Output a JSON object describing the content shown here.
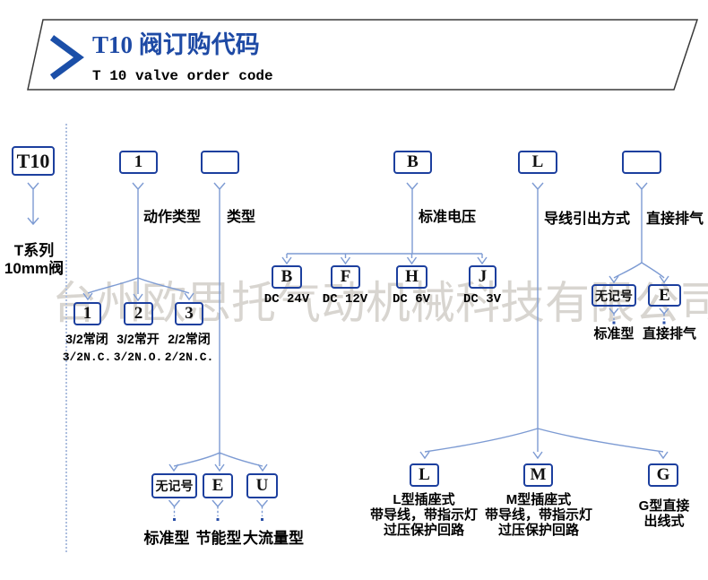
{
  "header": {
    "title": "T10 阀订购代码",
    "subtitle": "T 10 valve order code"
  },
  "watermark": "台州欧思托气动机械科技有限公司",
  "colors": {
    "box_border": "#1c3f9e",
    "connector": "#7d9bd3",
    "title_blue": "#1e4aa5",
    "watermark_gray": "#d8d5d0",
    "dot": "#2b50a8"
  },
  "root": {
    "code": "T10",
    "series_line1": "T系列",
    "series_line2": "10mm阀"
  },
  "branches": {
    "action": {
      "code": "1",
      "label": "动作类型",
      "options": [
        {
          "code": "1",
          "name": "3/2常闭",
          "name_en": "3/2N.C."
        },
        {
          "code": "2",
          "name": "3/2常开",
          "name_en": "3/2N.O."
        },
        {
          "code": "3",
          "name": "2/2常闭",
          "name_en": "2/2N.C."
        }
      ]
    },
    "type": {
      "code": "",
      "label": "类型",
      "options": [
        {
          "code": "无记号",
          "name": "标准型"
        },
        {
          "code": "E",
          "name": "节能型"
        },
        {
          "code": "U",
          "name": "大流量型"
        }
      ]
    },
    "voltage": {
      "code": "B",
      "label": "标准电压",
      "options": [
        {
          "code": "B",
          "name": "DC 24V"
        },
        {
          "code": "F",
          "name": "DC 12V"
        },
        {
          "code": "H",
          "name": "DC 6V"
        },
        {
          "code": "J",
          "name": "DC 3V"
        }
      ]
    },
    "lead": {
      "code": "L",
      "label": "导线引出方式",
      "options": [
        {
          "code": "L",
          "line1": "L型插座式",
          "line2": "带导线，带指示灯",
          "line3": "过压保护回路"
        },
        {
          "code": "M",
          "line1": "M型插座式",
          "line2": "带导线，带指示灯",
          "line3": "过压保护回路"
        },
        {
          "code": "G",
          "line1": "G型直接",
          "line2": "出线式"
        }
      ]
    },
    "exhaust": {
      "code": "",
      "label": "直接排气",
      "options": [
        {
          "code": "无记号",
          "name": "标准型"
        },
        {
          "code": "E",
          "name": "直接排气"
        }
      ]
    }
  }
}
